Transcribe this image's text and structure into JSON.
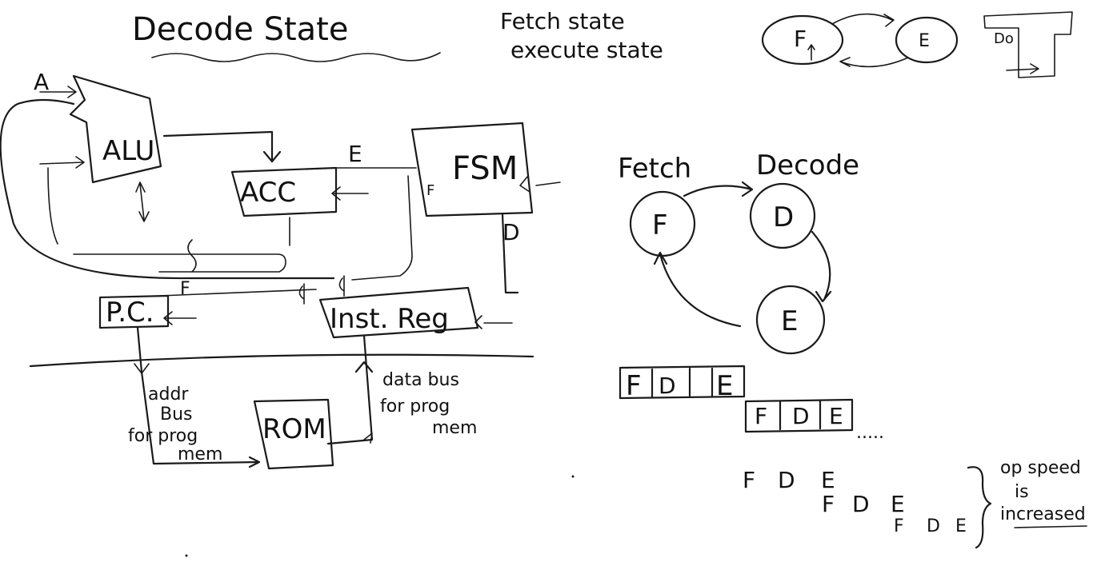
{
  "title": "Decode State",
  "top_notes": {
    "fetch": "Fetch state",
    "execute": "execute state"
  },
  "mini_states": {
    "f": "F",
    "e": "E"
  },
  "mini_box_label": "Do",
  "blocks": {
    "alu": "ALU",
    "acc": "ACC",
    "fsm": "FSM",
    "pc": "P.C.",
    "ir": "Inst. Reg",
    "rom": "ROM"
  },
  "signals": {
    "a": "A",
    "e": "E",
    "f_fsm": "F",
    "d": "D",
    "f_pc": "F"
  },
  "bus_notes": {
    "addr": [
      "addr",
      "Bus",
      "for prog",
      "mem"
    ],
    "data": [
      "data bus",
      "for prog",
      "mem"
    ]
  },
  "fsm_diagram": {
    "fetch_label": "Fetch",
    "decode_label": "Decode",
    "states": [
      "F",
      "D",
      "E"
    ]
  },
  "pipeline_boxes": {
    "row1": [
      "F",
      "D",
      "E"
    ],
    "row2": [
      "F",
      "D",
      "E"
    ],
    "continuation": "....."
  },
  "pipeline_rows": [
    [
      "F",
      "D",
      "E"
    ],
    [
      "F",
      "D",
      "E"
    ],
    [
      "F",
      "D",
      "E"
    ]
  ],
  "speed_note": [
    "op speed",
    "is",
    "increased"
  ]
}
